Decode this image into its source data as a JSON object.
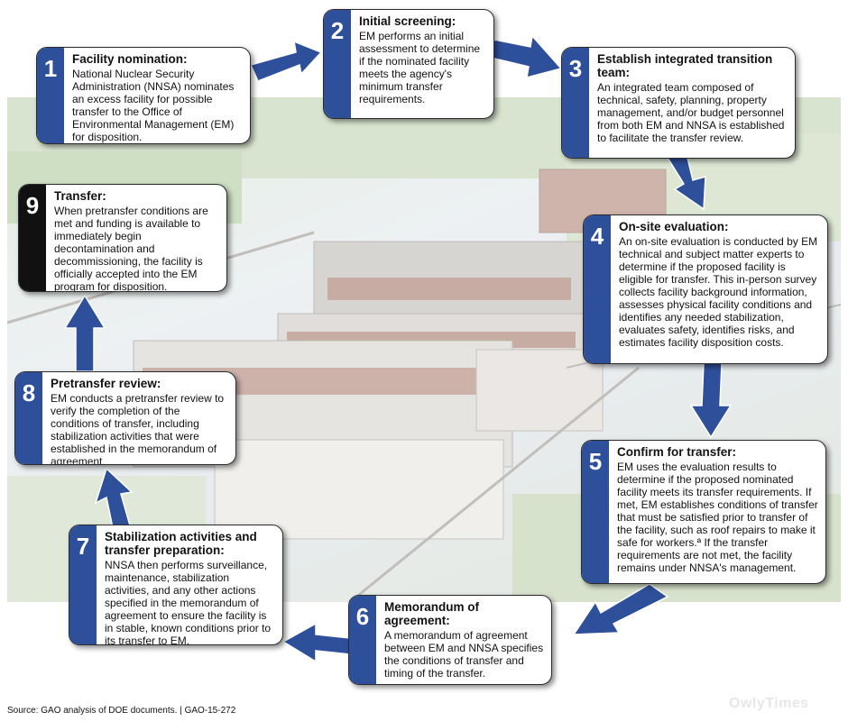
{
  "steps": [
    {
      "n": "1",
      "title": "Facility nomination:",
      "body": "National Nuclear Security Administration (NNSA) nominates an excess facility for possible transfer to the Office of Environmental Management (EM) for disposition."
    },
    {
      "n": "2",
      "title": "Initial screening:",
      "body": "EM performs an initial assessment to determine if the nominated facility meets the agency's minimum transfer requirements."
    },
    {
      "n": "3",
      "title": "Establish integrated transition team:",
      "body": "An integrated team composed of technical, safety, planning, property management, and/or budget personnel from both EM and NNSA is established to facilitate the transfer review."
    },
    {
      "n": "4",
      "title": "On-site evaluation:",
      "body": "An on-site evaluation is conducted by EM technical and subject matter experts to determine if the proposed facility is eligible for transfer. This in-person survey collects facility background information, assesses physical facility conditions and identifies any needed stabilization, evaluates safety, identifies risks, and estimates facility disposition costs."
    },
    {
      "n": "5",
      "title": "Confirm for transfer:",
      "body": "EM uses the evaluation results to determine if the proposed nominated facility meets its transfer requirements. If met, EM establishes conditions of transfer that must be satisfied prior to transfer of the facility, such as roof repairs to make it safe for workers.ª If the transfer requirements are not met, the facility remains under NNSA's management."
    },
    {
      "n": "6",
      "title": "Memorandum of agreement:",
      "body": "A memorandum of agreement between EM and NNSA specifies the conditions of transfer and timing of the transfer."
    },
    {
      "n": "7",
      "title": "Stabilization activities and transfer preparation:",
      "body": "NNSA then performs surveillance, maintenance, stabilization activities, and any other actions specified in the memorandum of agreement to ensure the facility is in stable, known conditions prior to its transfer to EM."
    },
    {
      "n": "8",
      "title": "Pretransfer review:",
      "body": "EM conducts a pretransfer review to verify the completion of the conditions of transfer, including stabilization activities that were established in the memorandum of agreement."
    },
    {
      "n": "9",
      "title": "Transfer:",
      "body": "When pretransfer conditions are met and funding is available to immediately begin decontamination and decommissioning, the facility is officially accepted into the EM program for disposition."
    }
  ],
  "source": "Source: GAO analysis of DOE documents.  | GAO-15-272",
  "watermark": "OwlyTimes",
  "colors": {
    "accent": "#2e4f9a",
    "final_step": "#111111",
    "arrow": "#2e4f9a"
  }
}
